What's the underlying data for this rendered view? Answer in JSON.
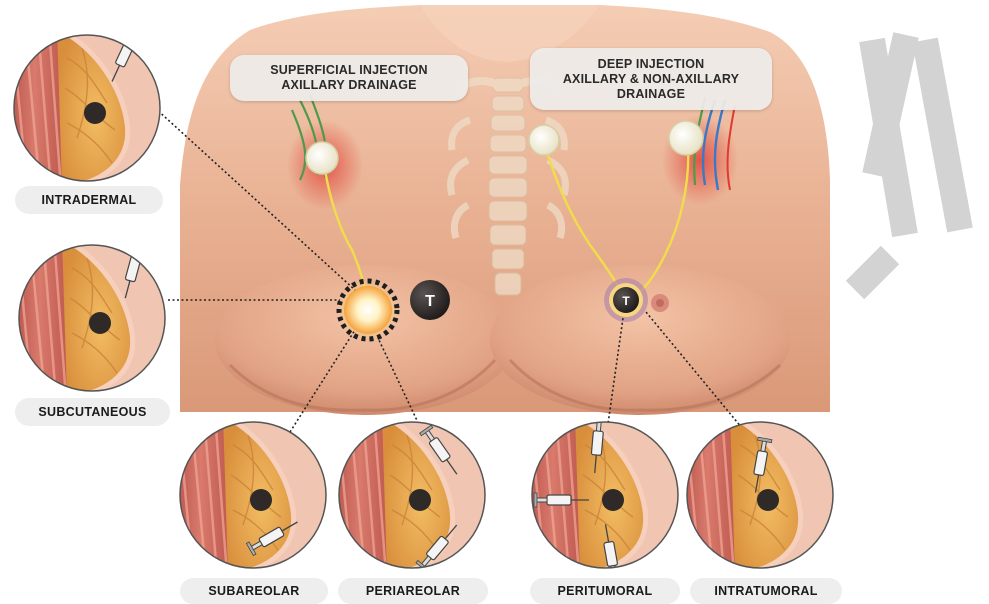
{
  "callouts": {
    "superficial": {
      "line1": "SUPERFICIAL INJECTION",
      "line2": "AXILLARY DRAINAGE"
    },
    "deep": {
      "line1": "DEEP INJECTION",
      "line2": "AXILLARY & NON-AXILLARY",
      "line3": "DRAINAGE"
    }
  },
  "tumor_marker": "T",
  "techniques": [
    {
      "label": "INTRADERMAL"
    },
    {
      "label": "SUBCUTANEOUS"
    },
    {
      "label": "SUBAREOLAR"
    },
    {
      "label": "PERIAREOLAR"
    },
    {
      "label": "PERITUMORAL"
    },
    {
      "label": "INTRATUMORAL"
    }
  ],
  "colors": {
    "skin": "#eab394",
    "skin_shadow": "#c98266",
    "lymph_duct": "#f1dc4a",
    "lymph_node": "#f6f3e2",
    "tumor": "#2f2a28",
    "breast_tissue": "#e8a94e",
    "label_bg": "#eeeeee",
    "watermark": "#d3d3d3"
  }
}
